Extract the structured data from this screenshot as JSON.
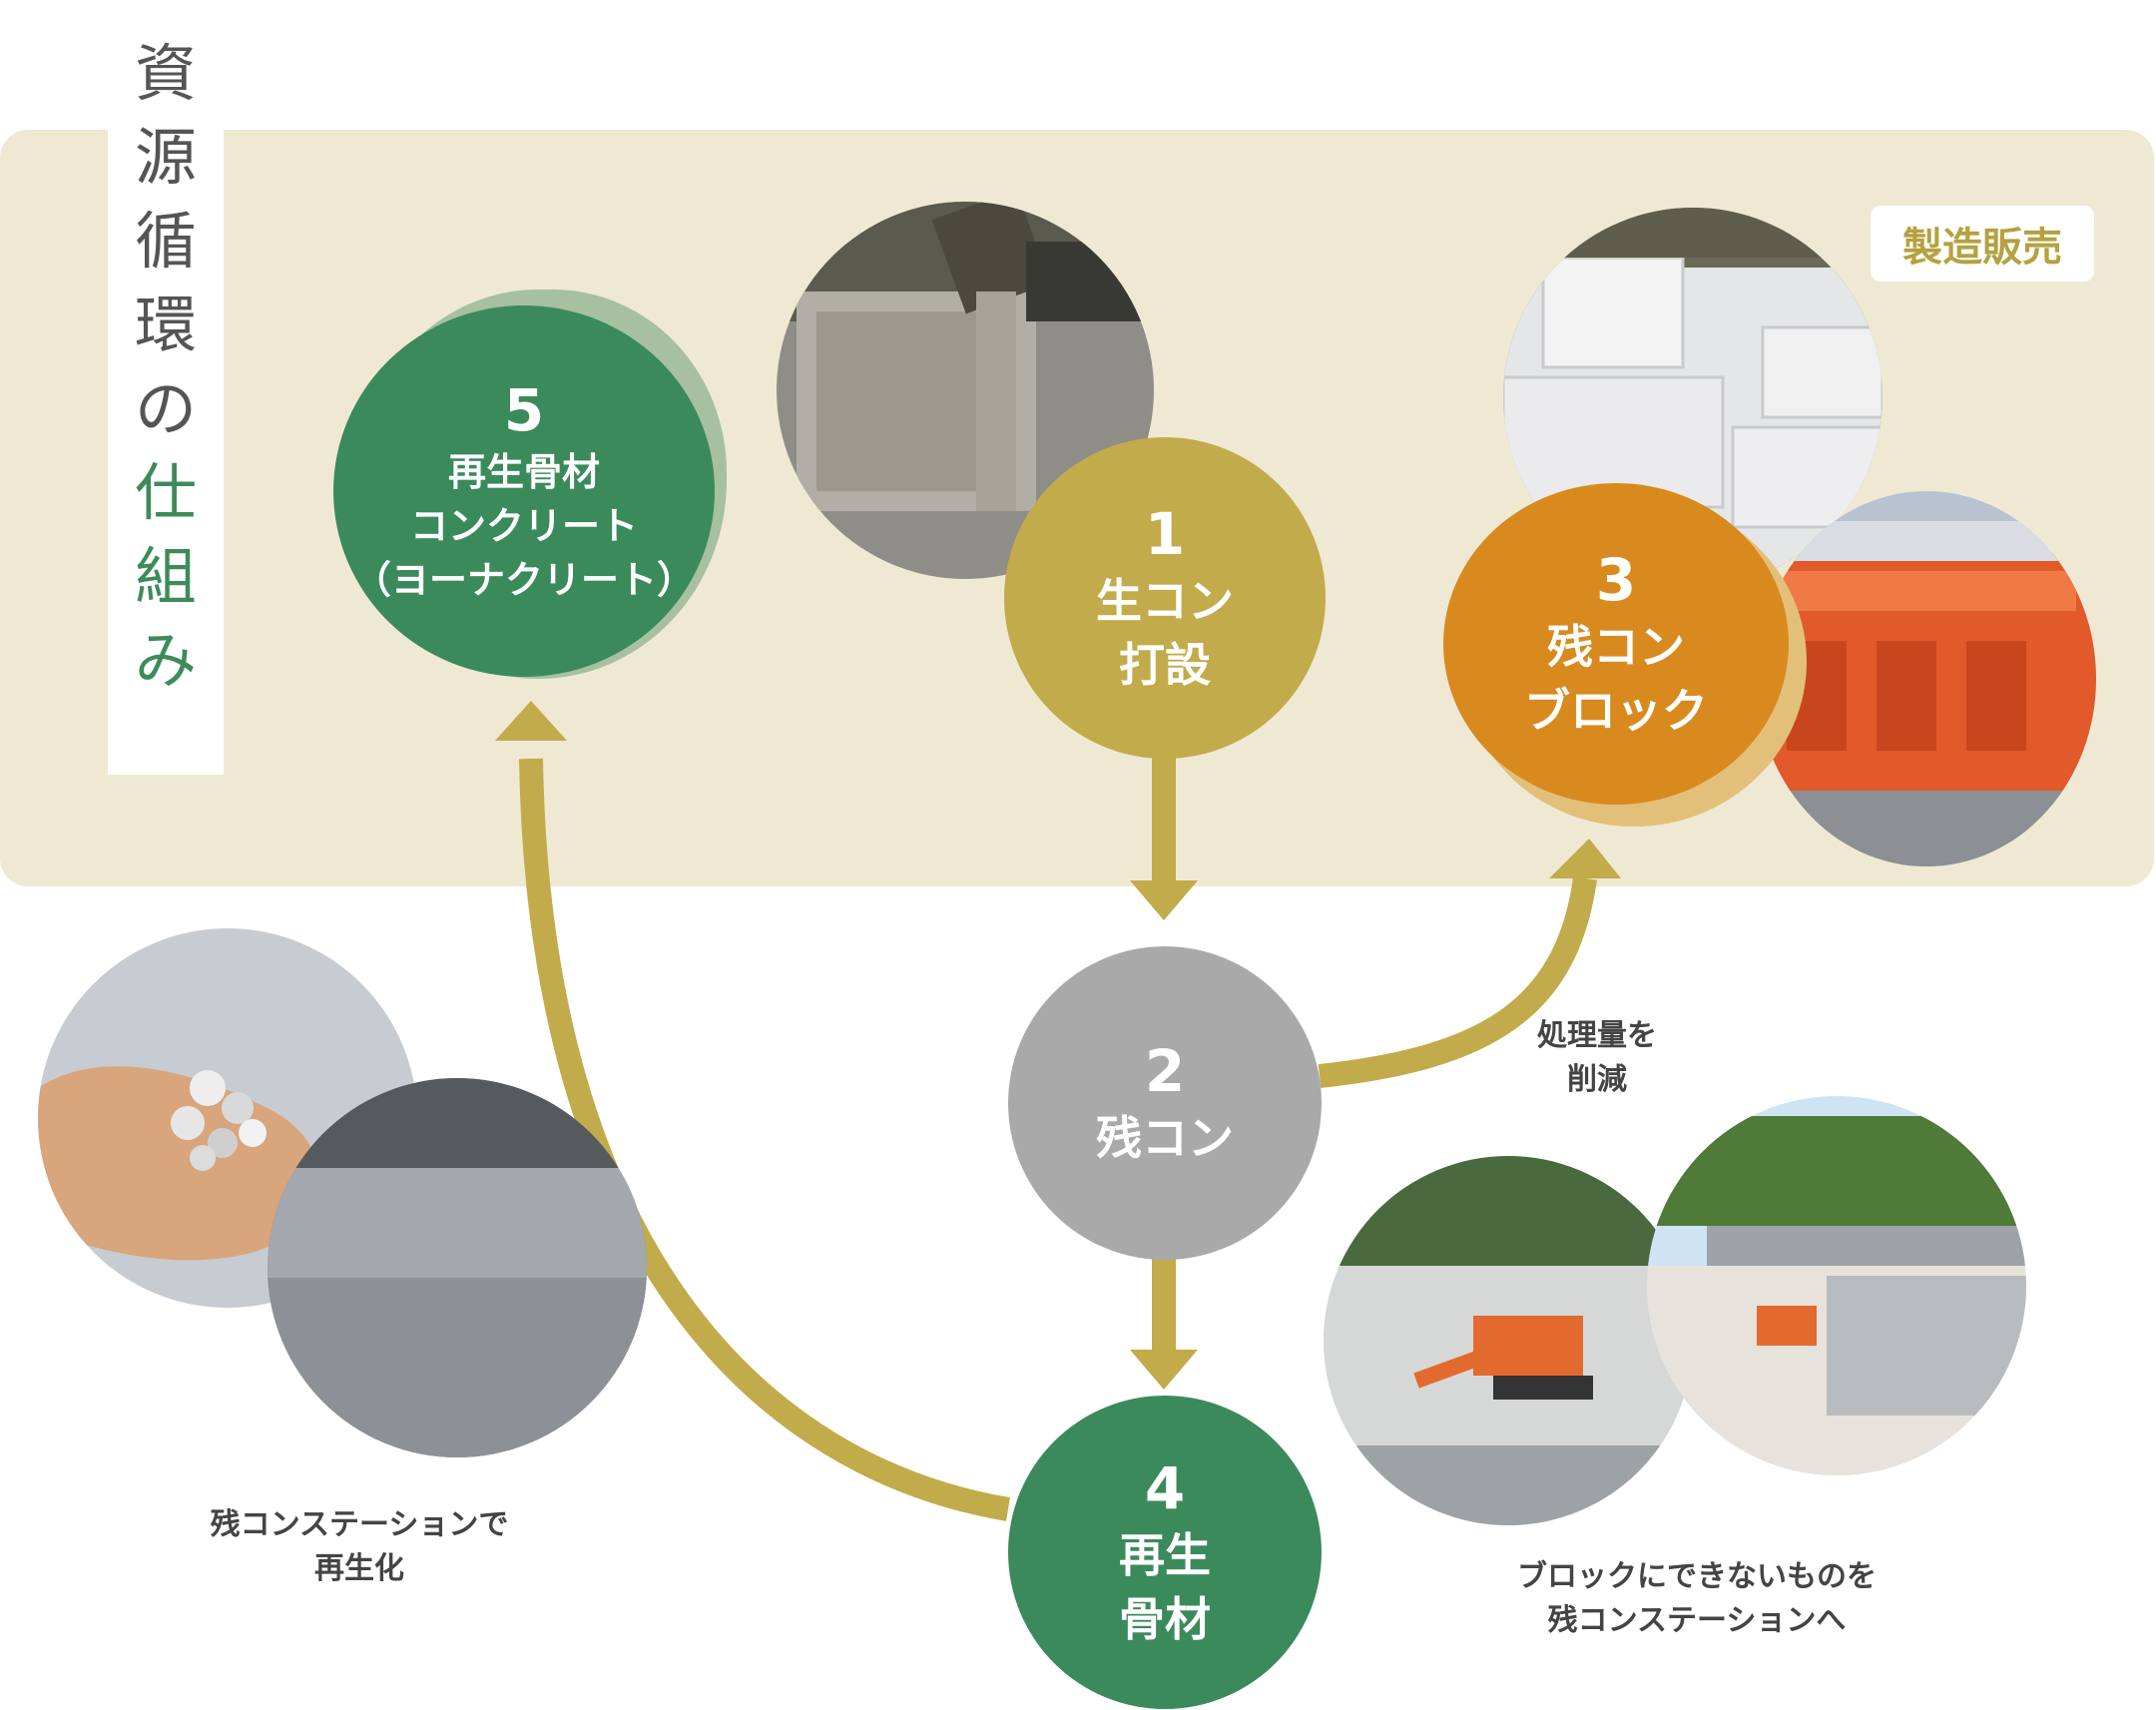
{
  "title": {
    "chars": [
      "資",
      "源",
      "循",
      "環",
      "の",
      "仕",
      "組",
      "み"
    ],
    "highlight_from": 5
  },
  "badge": "製造販売",
  "nodes": {
    "n1": {
      "num": "1",
      "line1": "生コン",
      "line2": "打設"
    },
    "n2": {
      "num": "2",
      "line1": "残コン"
    },
    "n3": {
      "num": "3",
      "line1": "残コン",
      "line2": "ブロック"
    },
    "n4": {
      "num": "4",
      "line1": "再生",
      "line2": "骨材"
    },
    "n5": {
      "num": "5",
      "line1": "再生骨材",
      "line2": "コンクリート",
      "line3": "（ヨーナクリート）"
    }
  },
  "captions": {
    "reduce": {
      "line1": "処理量を",
      "line2": "削減"
    },
    "station": {
      "line1": "ブロックにできないものを",
      "line2": "残コンステーションへ"
    },
    "recycle": {
      "line1": "残コンステーションで",
      "line2": "再生化"
    }
  },
  "colors": {
    "panel": "#efe9d4",
    "gold": "#c2ab4a",
    "green": "#3b8a5b",
    "gray": "#a9a9a9",
    "orange": "#d98a1f",
    "arrow": "#c2ab4a"
  }
}
